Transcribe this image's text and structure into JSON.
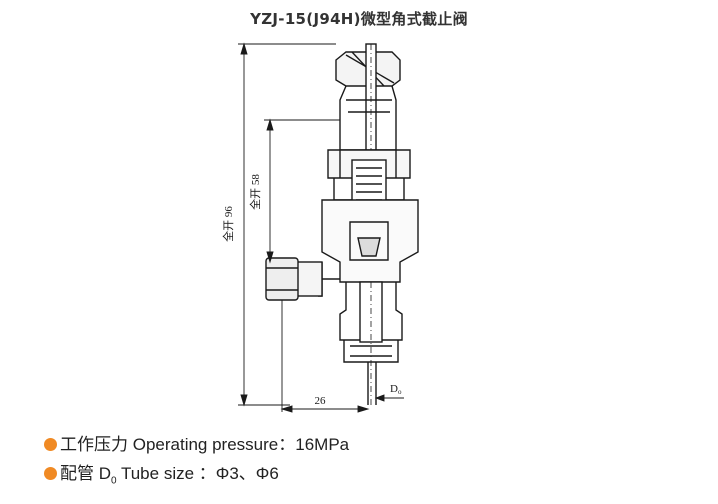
{
  "title": "YZJ-15(J94H)微型角式截止阀",
  "dimensions": {
    "full_open_96": "全开 96",
    "full_open_58": "全开 58",
    "horizontal_26": "26",
    "d0_label": "D",
    "d0_sub": "o"
  },
  "specs": [
    {
      "label": "工作压力 Operating pressure",
      "sep": "：",
      "value": "16MPa"
    },
    {
      "label_pre": "配管 D",
      "label_sub": "0",
      "label_post": " Tube size ",
      "sep": "：",
      "value": "Φ3、Φ6"
    }
  ],
  "colors": {
    "bullet": "#f08a24",
    "line": "#1a1a1a"
  }
}
